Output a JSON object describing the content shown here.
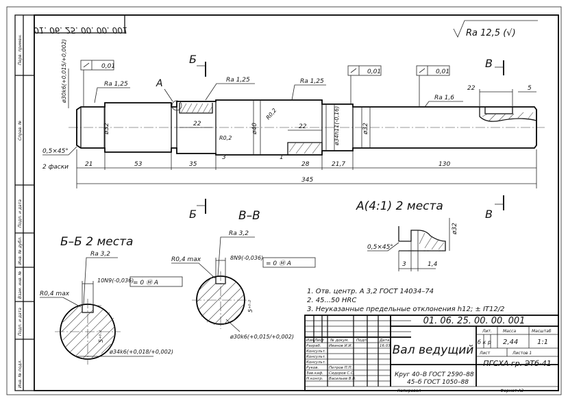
{
  "doc_number": "01. 06. 25. 00. 00. 001",
  "doc_number_mirrored": "01. 06. 25. 00. 00. 001",
  "roughness_general": "Ra 12,5 (√)",
  "side_strip": [
    "Перв. примен.",
    "Справ. №",
    "Подп. и дата",
    "Инв. № дубл.",
    "Взам. инв. №",
    "Подп. и дата",
    "Инв. № подл."
  ],
  "section_marks": {
    "b": "Б",
    "v": "В",
    "a": "А"
  },
  "roughness": [
    "Ra 1,25",
    "Ra 1,25",
    "Ra 1,25",
    "Ra 1,6",
    "Ra 3,2",
    "Ra 3,2"
  ],
  "tolerances": [
    "0,01",
    "0,01",
    "0,01"
  ],
  "dims": {
    "d30k6": "ø30k6(+0,015/+0,002)",
    "d32a": "ø32",
    "d40": "ø40",
    "d32b": "ø32",
    "d34h11": "ø34h11(-0,16)",
    "r02a": "R0,2",
    "r02b": "R0,2",
    "l22a": "22",
    "l3": "3",
    "l1": "1",
    "l22b": "22",
    "l22c": "22",
    "l5": "5",
    "chamfer": "0,5×45°",
    "chamfer_note": "2 фаски",
    "l21": "21",
    "l53": "53",
    "l35": "35",
    "l28": "28",
    "l217": "21,7",
    "l130": "130",
    "l345": "345"
  },
  "views": {
    "bb_title": "Б–Б 2 места",
    "vv_title": "В–В",
    "a_title": "А(4:1) 2 места",
    "bb_r04": "R0,4 max",
    "bb_key": "10N9(-0,036)",
    "bb_five": "5⁺⁰·²",
    "bb_dia": "ø34k6(+0,018/+0,002)",
    "bb_frame": "= 0 Ⓜ A",
    "vv_r04": "R0,4 max",
    "vv_key": "8N9(-0,036)",
    "vv_five": "5⁺⁰·²",
    "vv_dia": "ø30k6(+0,015/+0,002)",
    "vv_frame": "= 0 Ⓜ A",
    "a_d32": "ø32",
    "a_chamfer": "0,5×45°",
    "a_3": "3",
    "a_14": "1,4"
  },
  "notes": [
    "1. Отв. центр. А 3,2 ГОСТ 14034–74",
    "2. 45...50 HRC",
    "3. Неуказанные предельные отклонения h12; ± IT12/2"
  ],
  "title_block": {
    "designation": "01. 06. 25. 00. 00. 001",
    "part_name": "Вал ведущий",
    "material_line1": "Круг 40–В ГОСТ 2590–88",
    "material_line2": "45–б ГОСТ 1050–88",
    "org": "ПГСХА гр. ЭТб-41",
    "lit_label": "Лит.",
    "mass_label": "Масса",
    "scale_label": "Масштаб",
    "lit_values": "б к р",
    "mass": "2,44",
    "scale": "1:1",
    "sheet_label": "Лист",
    "sheets_label": "Листов 1",
    "header_cols": [
      "Изм.",
      "Лист",
      "№ докум.",
      "Подп.",
      "Дата"
    ],
    "rows": [
      [
        "Разраб.",
        "Иванов И.И.",
        "16.03"
      ],
      [
        "Консульт.",
        "",
        ""
      ],
      [
        "Консульт.",
        "",
        ""
      ],
      [
        "Консульт.",
        "",
        ""
      ],
      [
        "Руков.",
        "Петров П.П.",
        ""
      ],
      [
        "Зав.каф.",
        "Сидоров С.С.",
        ""
      ],
      [
        "Н.контр.",
        "Васильев В.В.",
        ""
      ]
    ],
    "copied": "Копировал",
    "format": "Формат А3"
  }
}
